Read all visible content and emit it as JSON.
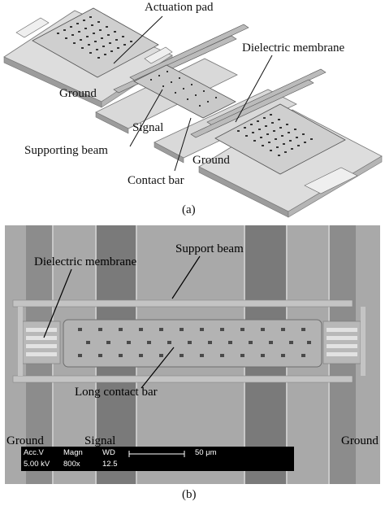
{
  "panel_a": {
    "labels": {
      "actuation_pad": "Actuation pad",
      "dielectric_membrane": "Dielectric membrane",
      "ground_left": "Ground",
      "signal": "Signal",
      "supporting_beam": "Supporting beam",
      "contact_bar": "Contact bar",
      "ground_right": "Ground"
    },
    "caption": "(a)"
  },
  "panel_b": {
    "labels": {
      "support_beam": "Support beam",
      "dielectric_membrane": "Dielectric membrane",
      "long_contact_bar": "Long contact bar",
      "ground_left": "Ground",
      "signal": "Signal",
      "ground_right": "Ground"
    },
    "databar": {
      "header_acc": "Acc.V",
      "header_magn": "Magn",
      "header_wd": "WD",
      "value_acc": "5.00 kV",
      "value_magn": "800x",
      "value_wd": "12.5",
      "scale_label": "50 μm"
    },
    "caption": "(b)"
  },
  "colors": {
    "plate_top": "#dcdcdc",
    "plate_side": "#9a9a9a",
    "sem_background": "#a8a8a8",
    "sem_dark_strip": "#7a7a7a",
    "databar": "#000000"
  }
}
